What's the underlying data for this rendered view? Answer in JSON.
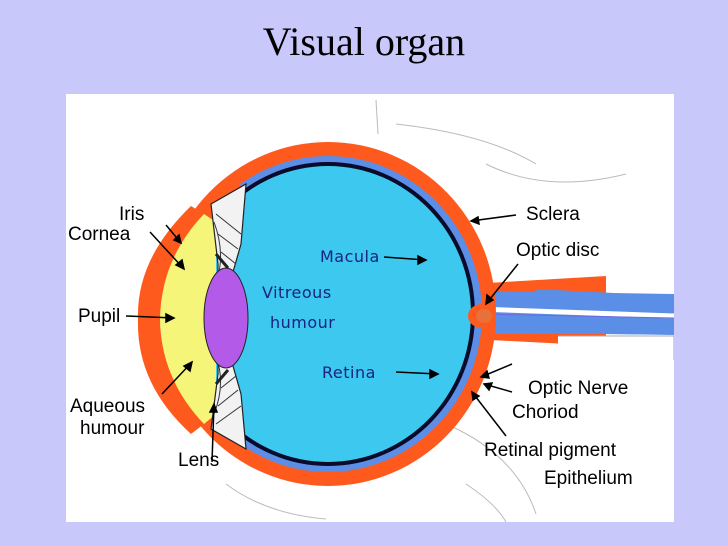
{
  "title": "Visual organ",
  "colors": {
    "slide_background": "#c8c8fa",
    "sclera": "#ff5a1e",
    "choroid": "#5b8ee6",
    "retina_layer": "#0a0a2a",
    "vitreous": "#3cc8ef",
    "aqueous": "#f5f57a",
    "lens": "#b35ae8",
    "label_dark_blue": "#1a237e"
  },
  "labels": {
    "iris": "Iris",
    "cornea": "Cornea",
    "pupil": "Pupil",
    "aqueous_line1": "Aqueous",
    "aqueous_line2": "humour",
    "lens": "Lens",
    "vitreous_line1": "Vitreous",
    "vitreous_line2": "humour",
    "macula": "Macula",
    "retina": "Retina",
    "sclera": "Sclera",
    "optic_disc": "Optic disc",
    "optic_nerve": "Optic Nerve",
    "choroid": "Choriod",
    "retinal_pigment_line1": "Retinal pigment",
    "retinal_pigment_line2": "Epithelium"
  }
}
